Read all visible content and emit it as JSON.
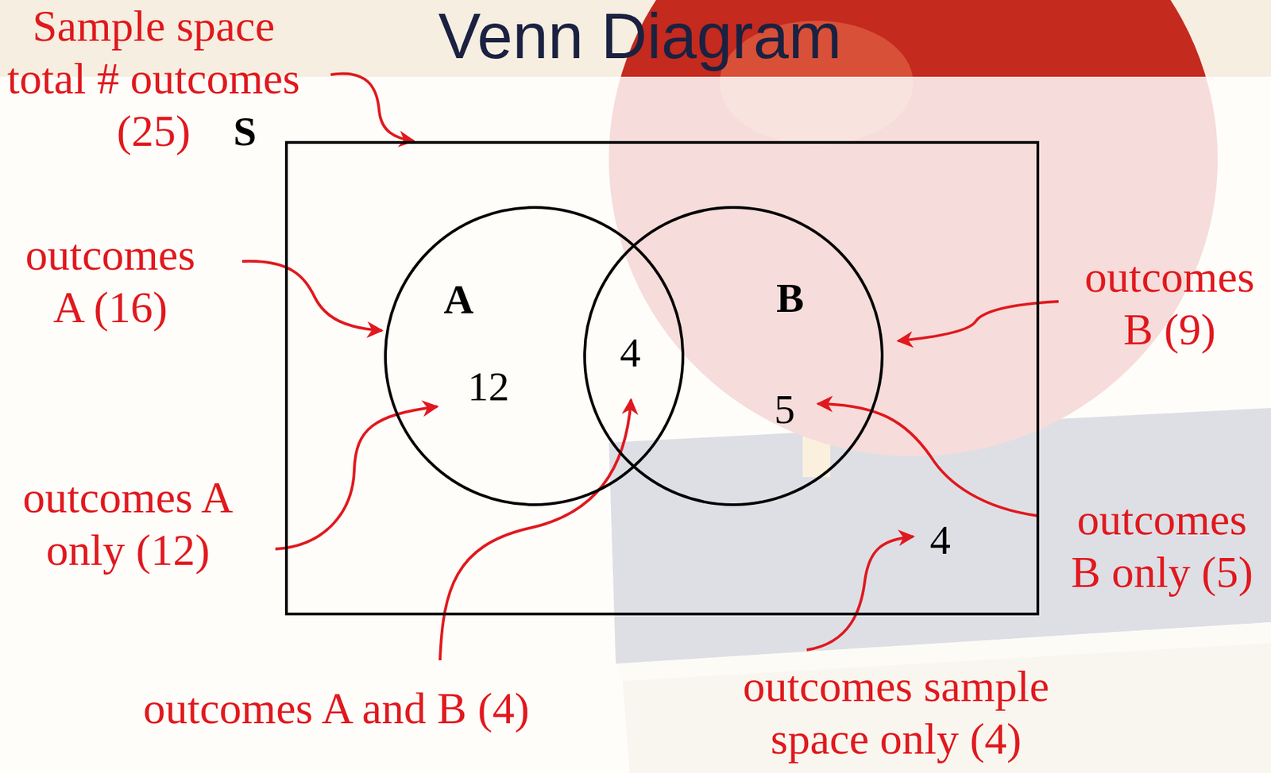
{
  "diagram": {
    "title": "Venn Diagram",
    "nodes": [
      {
        "text": [
          "S"
        ]
      },
      {
        "text": [
          "A",
          "12"
        ],
        "in": 0
      },
      {
        "text": [
          "B",
          "5"
        ],
        "in": 0
      }
    ],
    "labels": [
      "Sample space total # outcomes (25)",
      "outcomes A (16)",
      "outcomes B (9)",
      "4",
      "outcomes A only (12)",
      "outcomes B only (5)",
      "4",
      "outcomes A and B (4)",
      "outcomes sample space only (4)"
    ]
  }
}
